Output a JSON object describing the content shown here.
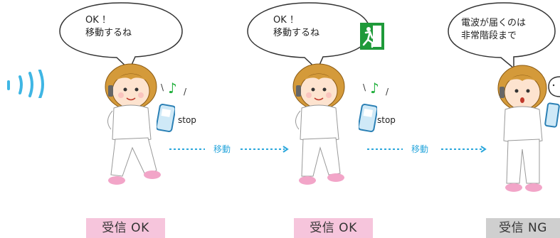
{
  "scenes": [
    {
      "bubble_lines": [
        "OK ！",
        "移動するね"
      ],
      "stop_label": "stop",
      "status": "受信 OK"
    },
    {
      "bubble_lines": [
        "OK ！",
        "移動するね"
      ],
      "stop_label": "stop",
      "status": "受信 OK"
    },
    {
      "bubble_lines": [
        "電波が届くのは",
        "非常階段まで"
      ],
      "status": "受信 NG"
    }
  ],
  "transitions": [
    {
      "label": "移動"
    },
    {
      "label": "移動"
    }
  ],
  "icons": {
    "signal": "signal-waves-icon",
    "music": "music-note-icon",
    "exit": "emergency-exit-icon",
    "device": "handheld-terminal-icon"
  },
  "colors": {
    "ok_badge": "#f6c5dc",
    "ng_badge": "#cfcfcf",
    "accent_blue": "#2ba7dc",
    "exit_green": "#1f9a3a",
    "hair": "#d49a3a",
    "music": "#1fae3a"
  }
}
